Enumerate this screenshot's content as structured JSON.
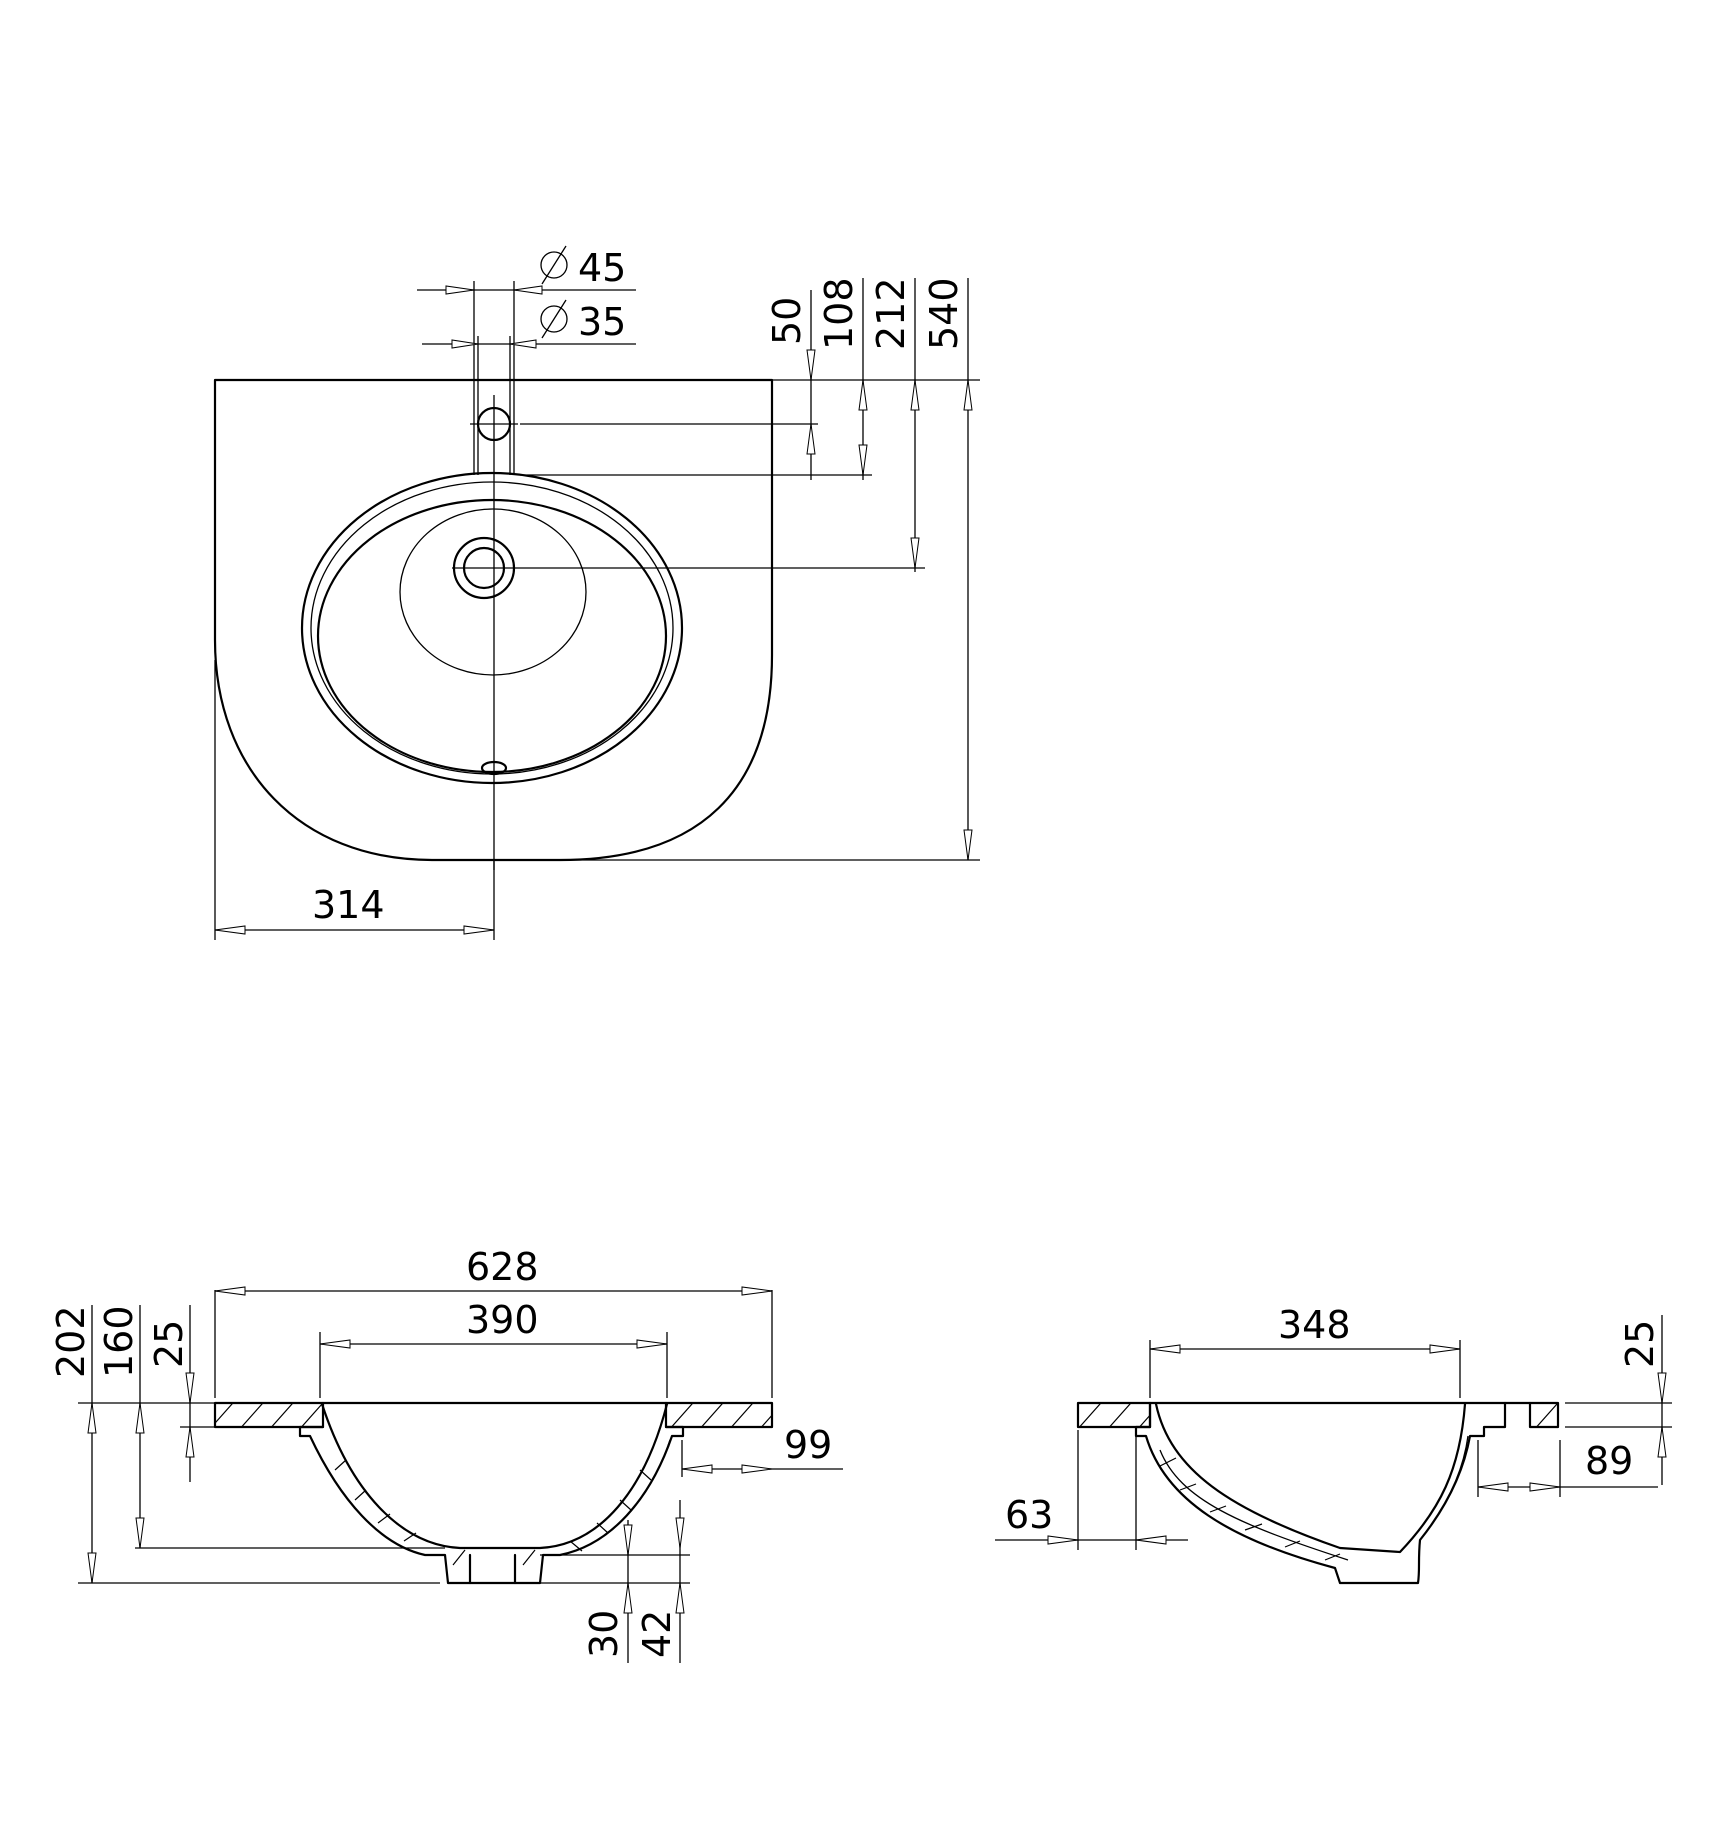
{
  "top_view": {
    "tap_hole_outer": "∅45",
    "tap_hole_inner": "∅35",
    "dim_50": "50",
    "dim_108": "108",
    "dim_212": "212",
    "dim_540": "540",
    "dim_314": "314"
  },
  "front_section": {
    "dim_628": "628",
    "dim_390": "390",
    "dim_202": "202",
    "dim_160": "160",
    "dim_25": "25",
    "dim_99": "99",
    "dim_30": "30",
    "dim_42": "42"
  },
  "side_section": {
    "dim_348": "348",
    "dim_25": "25",
    "dim_89": "89",
    "dim_63": "63"
  }
}
